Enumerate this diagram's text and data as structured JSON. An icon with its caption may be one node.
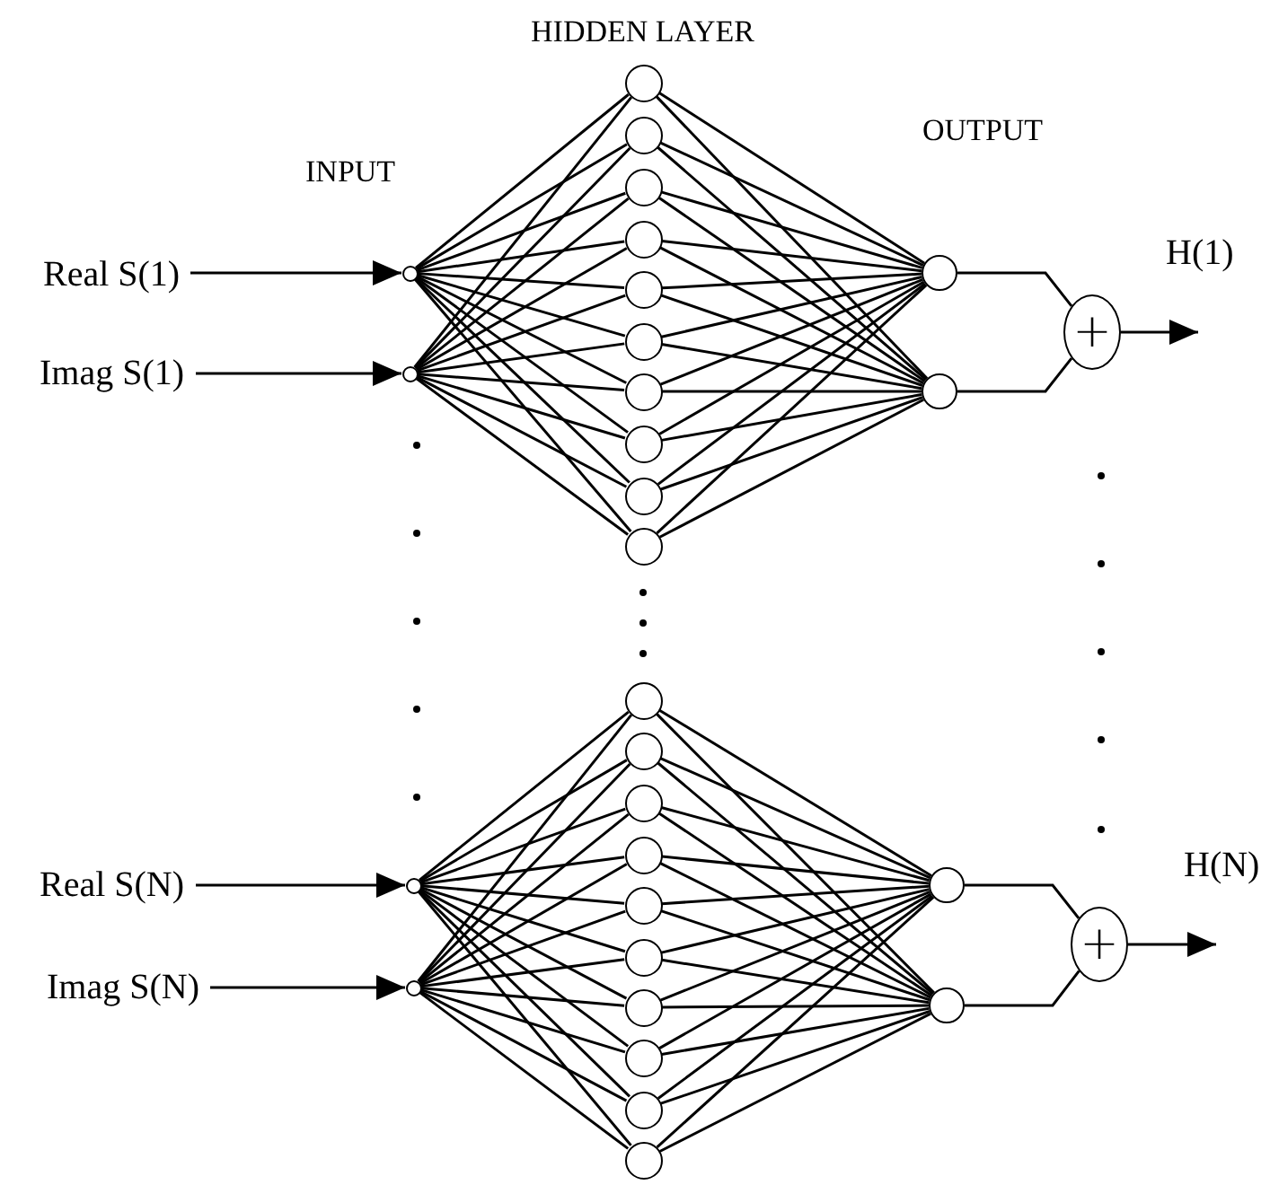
{
  "diagram": {
    "nodes": [
      {
        "text": [
          "Real S(1)"
        ]
      },
      {
        "text": [
          "Imag S(1)"
        ]
      },
      {
        "text": [
          "Real S(N)"
        ]
      },
      {
        "text": [
          "Imag S(N)"
        ]
      },
      {
        "text": [],
        "shape": "circle"
      },
      {
        "text": [],
        "shape": "circle"
      },
      {
        "text": [],
        "shape": "circle"
      },
      {
        "text": [],
        "shape": "circle"
      },
      {
        "text": [],
        "shape": "circle"
      },
      {
        "text": [],
        "shape": "circle"
      },
      {
        "text": [],
        "shape": "circle"
      },
      {
        "text": [],
        "shape": "circle"
      },
      {
        "text": [],
        "shape": "circle"
      },
      {
        "text": [],
        "shape": "circle"
      },
      {
        "text": [],
        "shape": "circle"
      },
      {
        "text": [],
        "shape": "circle"
      },
      {
        "text": [],
        "shape": "circle"
      },
      {
        "text": [],
        "shape": "circle"
      },
      {
        "text": [],
        "shape": "circle"
      },
      {
        "text": [],
        "shape": "circle"
      },
      {
        "text": [],
        "shape": "circle"
      },
      {
        "text": [],
        "shape": "circle"
      },
      {
        "text": [],
        "shape": "circle"
      },
      {
        "text": [],
        "shape": "circle"
      },
      {
        "text": [],
        "shape": "circle"
      },
      {
        "text": [],
        "shape": "circle"
      },
      {
        "text": [],
        "shape": "circle"
      },
      {
        "text": [],
        "shape": "circle"
      },
      {
        "text": [],
        "shape": "circle"
      },
      {
        "text": [],
        "shape": "circle"
      },
      {
        "text": [],
        "shape": "circle"
      },
      {
        "text": [],
        "shape": "circle"
      },
      {
        "text": [
          "+"
        ]
      },
      {
        "text": [
          "+"
        ]
      }
    ],
    "edges": [
      {
        "from": 0,
        "to": 4,
        "arrow": "to"
      },
      {
        "from": 1,
        "to": 5,
        "arrow": "to"
      },
      {
        "from": 2,
        "to": 6,
        "arrow": "to"
      },
      {
        "from": 3,
        "to": 7,
        "arrow": "to"
      },
      {
        "from": 4,
        "to": 8,
        "arrow": "none"
      },
      {
        "from": 4,
        "to": 9,
        "arrow": "none"
      },
      {
        "from": 4,
        "to": 10,
        "arrow": "none"
      },
      {
        "from": 4,
        "to": 11,
        "arrow": "none"
      },
      {
        "from": 4,
        "to": 12,
        "arrow": "none"
      },
      {
        "from": 4,
        "to": 13,
        "arrow": "none"
      },
      {
        "from": 4,
        "to": 14,
        "arrow": "none"
      },
      {
        "from": 4,
        "to": 15,
        "arrow": "none"
      },
      {
        "from": 4,
        "to": 16,
        "arrow": "none"
      },
      {
        "from": 4,
        "to": 17,
        "arrow": "none"
      },
      {
        "from": 5,
        "to": 8,
        "arrow": "none"
      },
      {
        "from": 5,
        "to": 9,
        "arrow": "none"
      },
      {
        "from": 5,
        "to": 10,
        "arrow": "none"
      },
      {
        "from": 5,
        "to": 11,
        "arrow": "none"
      },
      {
        "from": 5,
        "to": 12,
        "arrow": "none"
      },
      {
        "from": 5,
        "to": 13,
        "arrow": "none"
      },
      {
        "from": 5,
        "to": 14,
        "arrow": "none"
      },
      {
        "from": 5,
        "to": 15,
        "arrow": "none"
      },
      {
        "from": 5,
        "to": 16,
        "arrow": "none"
      },
      {
        "from": 5,
        "to": 17,
        "arrow": "none"
      },
      {
        "from": 6,
        "to": 18,
        "arrow": "none"
      },
      {
        "from": 6,
        "to": 19,
        "arrow": "none"
      },
      {
        "from": 6,
        "to": 20,
        "arrow": "none"
      },
      {
        "from": 6,
        "to": 21,
        "arrow": "none"
      },
      {
        "from": 6,
        "to": 22,
        "arrow": "none"
      },
      {
        "from": 6,
        "to": 23,
        "arrow": "none"
      },
      {
        "from": 6,
        "to": 24,
        "arrow": "none"
      },
      {
        "from": 6,
        "to": 25,
        "arrow": "none"
      },
      {
        "from": 6,
        "to": 26,
        "arrow": "none"
      },
      {
        "from": 6,
        "to": 27,
        "arrow": "none"
      },
      {
        "from": 7,
        "to": 18,
        "arrow": "none"
      },
      {
        "from": 7,
        "to": 19,
        "arrow": "none"
      },
      {
        "from": 7,
        "to": 20,
        "arrow": "none"
      },
      {
        "from": 7,
        "to": 21,
        "arrow": "none"
      },
      {
        "from": 7,
        "to": 22,
        "arrow": "none"
      },
      {
        "from": 7,
        "to": 23,
        "arrow": "none"
      },
      {
        "from": 7,
        "to": 24,
        "arrow": "none"
      },
      {
        "from": 7,
        "to": 25,
        "arrow": "none"
      },
      {
        "from": 7,
        "to": 26,
        "arrow": "none"
      },
      {
        "from": 7,
        "to": 27,
        "arrow": "none"
      },
      {
        "from": 8,
        "to": 28,
        "arrow": "none"
      },
      {
        "from": 9,
        "to": 28,
        "arrow": "none"
      },
      {
        "from": 10,
        "to": 28,
        "arrow": "none"
      },
      {
        "from": 11,
        "to": 28,
        "arrow": "none"
      },
      {
        "from": 12,
        "to": 28,
        "arrow": "none"
      },
      {
        "from": 13,
        "to": 28,
        "arrow": "none"
      },
      {
        "from": 14,
        "to": 28,
        "arrow": "none"
      },
      {
        "from": 15,
        "to": 28,
        "arrow": "none"
      },
      {
        "from": 16,
        "to": 28,
        "arrow": "none"
      },
      {
        "from": 17,
        "to": 28,
        "arrow": "none"
      },
      {
        "from": 8,
        "to": 29,
        "arrow": "none"
      },
      {
        "from": 9,
        "to": 29,
        "arrow": "none"
      },
      {
        "from": 10,
        "to": 29,
        "arrow": "none"
      },
      {
        "from": 11,
        "to": 29,
        "arrow": "none"
      },
      {
        "from": 12,
        "to": 29,
        "arrow": "none"
      },
      {
        "from": 13,
        "to": 29,
        "arrow": "none"
      },
      {
        "from": 14,
        "to": 29,
        "arrow": "none"
      },
      {
        "from": 15,
        "to": 29,
        "arrow": "none"
      },
      {
        "from": 16,
        "to": 29,
        "arrow": "none"
      },
      {
        "from": 17,
        "to": 29,
        "arrow": "none"
      },
      {
        "from": 18,
        "to": 30,
        "arrow": "none"
      },
      {
        "from": 19,
        "to": 30,
        "arrow": "none"
      },
      {
        "from": 20,
        "to": 30,
        "arrow": "none"
      },
      {
        "from": 21,
        "to": 30,
        "arrow": "none"
      },
      {
        "from": 22,
        "to": 30,
        "arrow": "none"
      },
      {
        "from": 23,
        "to": 30,
        "arrow": "none"
      },
      {
        "from": 24,
        "to": 30,
        "arrow": "none"
      },
      {
        "from": 25,
        "to": 30,
        "arrow": "none"
      },
      {
        "from": 26,
        "to": 30,
        "arrow": "none"
      },
      {
        "from": 27,
        "to": 30,
        "arrow": "none"
      },
      {
        "from": 18,
        "to": 31,
        "arrow": "none"
      },
      {
        "from": 19,
        "to": 31,
        "arrow": "none"
      },
      {
        "from": 20,
        "to": 31,
        "arrow": "none"
      },
      {
        "from": 21,
        "to": 31,
        "arrow": "none"
      },
      {
        "from": 22,
        "to": 31,
        "arrow": "none"
      },
      {
        "from": 23,
        "to": 31,
        "arrow": "none"
      },
      {
        "from": 24,
        "to": 31,
        "arrow": "none"
      },
      {
        "from": 25,
        "to": 31,
        "arrow": "none"
      },
      {
        "from": 26,
        "to": 31,
        "arrow": "none"
      },
      {
        "from": 27,
        "to": 31,
        "arrow": "none"
      },
      {
        "from": 28,
        "to": 32,
        "arrow": "none"
      },
      {
        "from": 29,
        "to": 32,
        "arrow": "none"
      },
      {
        "from": 30,
        "to": 33,
        "arrow": "none"
      },
      {
        "from": 31,
        "to": 33,
        "arrow": "none"
      },
      {
        "from": 32,
        "to": null,
        "arrow": "to",
        "label": "H(1)"
      },
      {
        "from": 33,
        "to": null,
        "arrow": "to",
        "label": "H(N)"
      }
    ],
    "labels": [
      "HIDDEN LAYER",
      "INPUT",
      "OUTPUT"
    ]
  }
}
